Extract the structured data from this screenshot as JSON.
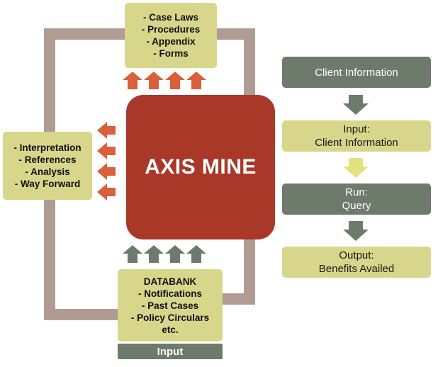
{
  "center": {
    "title": "AXIS MINE"
  },
  "top_box": {
    "lines": [
      "- Case Laws",
      "- Procedures",
      "- Appendix",
      "- Forms"
    ]
  },
  "left_box": {
    "lines": [
      "- Interpretation",
      "- References",
      "- Analysis",
      "- Way Forward"
    ]
  },
  "bottom_box": {
    "lines": [
      "DATABANK",
      "- Notifications",
      "- Past Cases",
      "- Policy Circulars",
      "etc."
    ]
  },
  "input_label": "Input",
  "flow": [
    {
      "lines": [
        "Client Information"
      ]
    },
    {
      "lines": [
        "Input:",
        "Client Information"
      ]
    },
    {
      "lines": [
        "Run:",
        "Query"
      ]
    },
    {
      "lines": [
        "Output:",
        "Benefits Availed"
      ]
    }
  ],
  "colors": {
    "core": "#a93828",
    "yellow": "#d7d68a",
    "grey": "#6e7a6b",
    "connector": "#b09c93",
    "orange_arrow": "#d9603a",
    "grey_arrow": "#6e7a6b",
    "yellow_arrow": "#e4e27e"
  }
}
